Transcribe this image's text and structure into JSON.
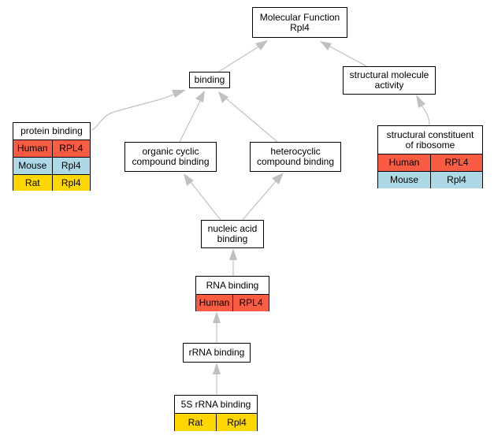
{
  "colors": {
    "edge": "#c0c0c0",
    "human": "#fa5c43",
    "mouse": "#add8e6",
    "rat": "#ffd700"
  },
  "nodes": {
    "root": {
      "title": "Molecular Function\nRpl4"
    },
    "binding": {
      "title": "binding"
    },
    "structural_activity": {
      "title": "structural molecule\nactivity"
    },
    "protein_binding": {
      "title": "protein binding",
      "rows": [
        {
          "species": "Human",
          "gene": "RPL4",
          "color": "human"
        },
        {
          "species": "Mouse",
          "gene": "Rpl4",
          "color": "mouse"
        },
        {
          "species": "Rat",
          "gene": "Rpl4",
          "color": "rat"
        }
      ]
    },
    "structural_ribosome": {
      "title": "structural constituent\nof ribosome",
      "rows": [
        {
          "species": "Human",
          "gene": "RPL4",
          "color": "human"
        },
        {
          "species": "Mouse",
          "gene": "Rpl4",
          "color": "mouse"
        }
      ]
    },
    "organic_cyclic": {
      "title": "organic cyclic\ncompound binding"
    },
    "heterocyclic": {
      "title": "heterocyclic\ncompound binding"
    },
    "nucleic_acid": {
      "title": "nucleic acid\nbinding"
    },
    "rna_binding": {
      "title": "RNA binding",
      "rows": [
        {
          "species": "Human",
          "gene": "RPL4",
          "color": "human"
        }
      ]
    },
    "rrna_binding": {
      "title": "rRNA binding"
    },
    "fives_rrna": {
      "title": "5S rRNA binding",
      "rows": [
        {
          "species": "Rat",
          "gene": "Rpl4",
          "color": "rat"
        }
      ]
    }
  }
}
